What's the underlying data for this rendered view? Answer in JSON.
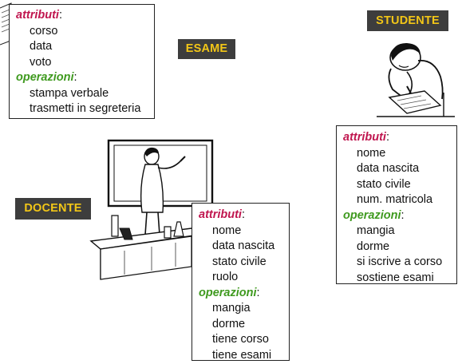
{
  "labels": {
    "esame": "ESAME",
    "studente": "STUDENTE",
    "docente": "DOCENTE"
  },
  "sections": {
    "attributi": "attributi",
    "operazioni": "operazioni",
    "colon": ":"
  },
  "esame": {
    "attributi": [
      "corso",
      "data",
      "voto"
    ],
    "operazioni": [
      "stampa verbale",
      "trasmetti in segreteria"
    ]
  },
  "studente": {
    "attributi": [
      "nome",
      "data nascita",
      "stato civile",
      "num. matricola"
    ],
    "operazioni": [
      "mangia",
      "dorme",
      "si iscrive a corso",
      "sostiene esami"
    ]
  },
  "docente": {
    "attributi": [
      "nome",
      "data nascita",
      "stato civile",
      "ruolo"
    ],
    "operazioni": [
      "mangia",
      "dorme",
      "tiene corso",
      "tiene esami"
    ]
  },
  "colors": {
    "attributi": "#c0164f",
    "operazioni": "#3f9a1f",
    "label_bg": "#3d3d3d",
    "label_text": "#f2c617"
  },
  "icons": [
    "paper-sheets-icon",
    "student-writing-icon",
    "teacher-blackboard-icon"
  ]
}
